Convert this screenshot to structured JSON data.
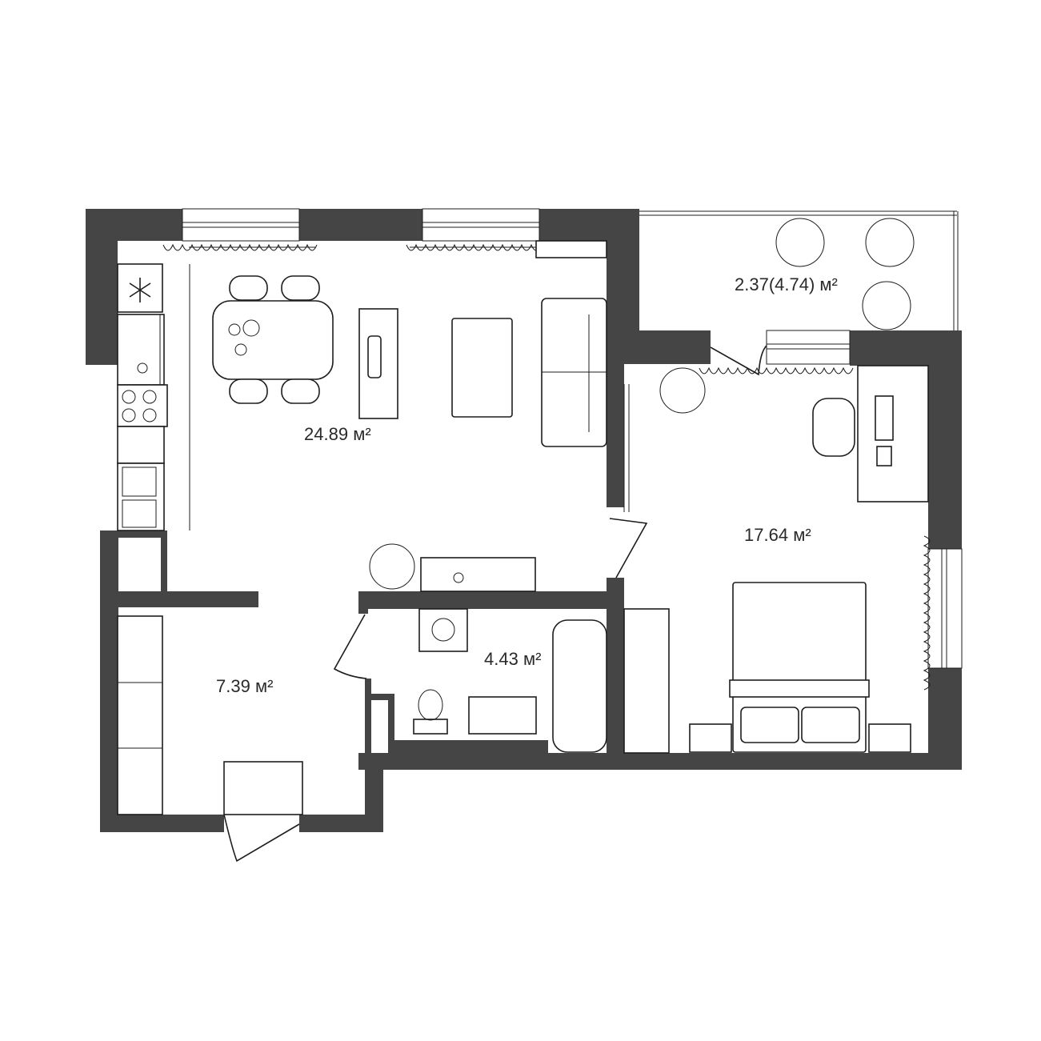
{
  "floorplan": {
    "rooms": [
      {
        "id": "living-kitchen",
        "area": "24.89",
        "unit": "м²"
      },
      {
        "id": "loggia",
        "area": "2.37(4.74)",
        "unit": "м²"
      },
      {
        "id": "bedroom",
        "area": "17.64",
        "unit": "м²"
      },
      {
        "id": "bathroom",
        "area": "4.43",
        "unit": "м²"
      },
      {
        "id": "hallway",
        "area": "7.39",
        "unit": "м²"
      }
    ],
    "icons": {
      "fridge": "snowflake-icon"
    },
    "colors": {
      "walls": "#454545",
      "lines": "#1d1d1d",
      "background": "#ffffff"
    }
  }
}
